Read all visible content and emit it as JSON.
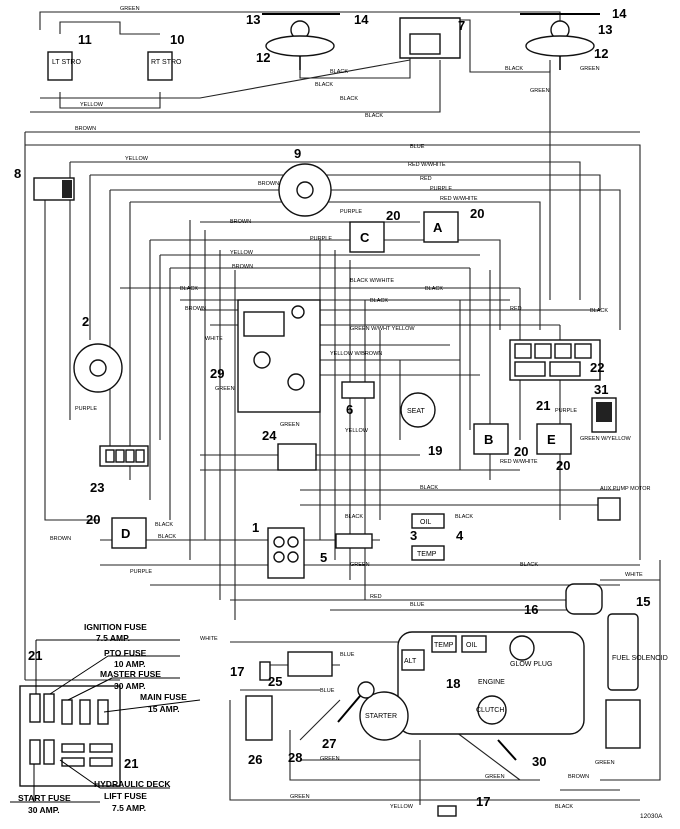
{
  "diagram_id": "12030A",
  "callout_numbers": [
    "1",
    "2",
    "3",
    "4",
    "5",
    "6",
    "7",
    "8",
    "9",
    "10",
    "11",
    "12",
    "13",
    "14",
    "15",
    "16",
    "17",
    "18",
    "19",
    "20",
    "21",
    "22",
    "23",
    "24",
    "25",
    "26",
    "27",
    "28",
    "29",
    "30",
    "31"
  ],
  "component_text": {
    "lt_stro": "LT STRO",
    "rt_stro": "RT STRO",
    "seat": "SEAT",
    "oil": "OIL",
    "temp": "TEMP",
    "alt": "ALT",
    "starter": "STARTER",
    "engine": "ENGINE",
    "glow_plug": "GLOW PLUG",
    "clutch": "CLUTCH",
    "fuel_solenoid": "FUEL SOLENOID",
    "aux_pump": "AUX PUMP MOTOR",
    "relay_a": "A",
    "relay_b": "B",
    "relay_c": "C",
    "relay_d": "D",
    "relay_e": "E"
  },
  "wire_labels": {
    "green": "GREEN",
    "black": "BLACK",
    "brown": "BROWN",
    "yellow": "YELLOW",
    "blue": "BLUE",
    "red": "RED",
    "purple": "PURPLE",
    "white": "WHITE",
    "red_white": "RED W/WHITE",
    "green_white_yellow": "GREEN W/WHT YELLOW",
    "yellow_brown": "YELLOW W/BROWN",
    "green_yellow": "GREEN W/YELLOW",
    "black_white": "BLACK W/WHITE",
    "red_white_hot": "RED W/WHITE"
  },
  "fuse_legend": {
    "ignition_fuse": "IGNITION FUSE",
    "ignition_amp": "7.5 AMP.",
    "pto_fuse": "PTO FUSE",
    "pto_amp": "10 AMP.",
    "master_fuse": "MASTER FUSE",
    "master_amp": "30 AMP.",
    "main_fuse": "MAIN FUSE",
    "main_amp": "15 AMP.",
    "start_fuse": "START FUSE",
    "start_amp": "30 AMP.",
    "hydraulic_line1": "HYDRAULIC DECK",
    "hydraulic_line2": "LIFT FUSE",
    "hydraulic_amp": "7.5 AMP."
  }
}
